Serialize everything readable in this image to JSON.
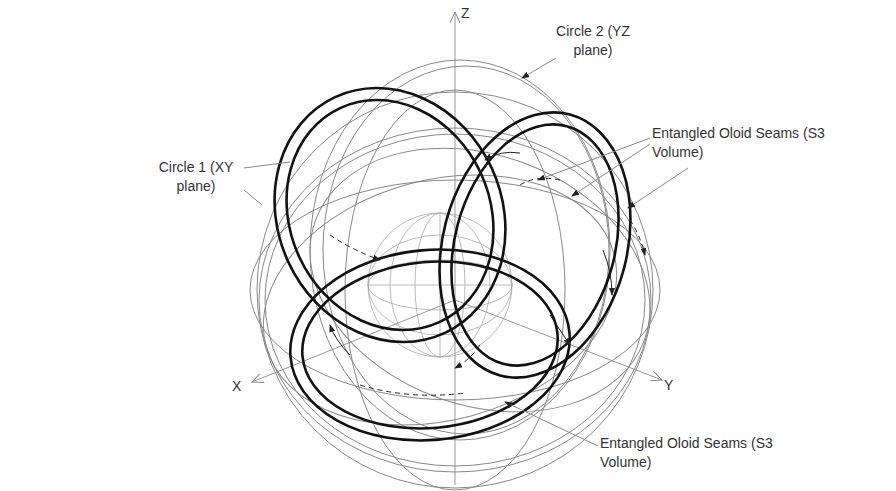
{
  "diagram": {
    "labels": [
      "Z",
      "Circle 2 (YZ plane)",
      "Circle 1 (XY plane)",
      "Entangled Oloid Seams (S3 Volume)",
      "Entangled Oloid Seams (S3 Volume)",
      "X",
      "Y"
    ]
  }
}
